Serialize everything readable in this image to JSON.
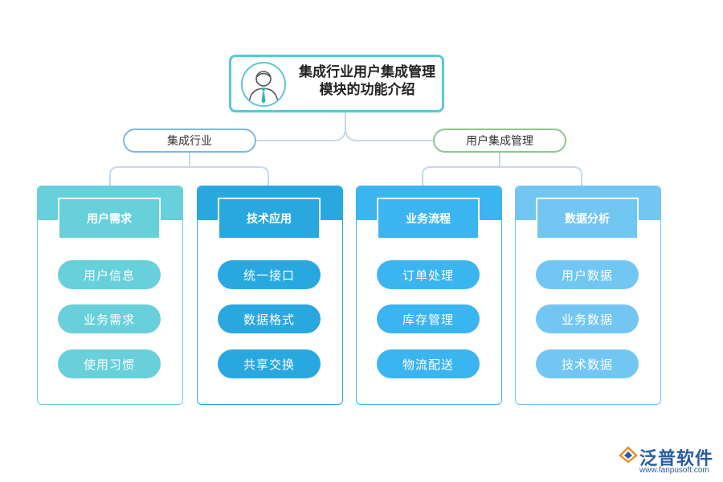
{
  "root": {
    "title": "集成行业用户集成管理模块的功能介绍"
  },
  "branches": [
    {
      "label": "集成行业"
    },
    {
      "label": "用户集成管理"
    }
  ],
  "cards": [
    {
      "title": "用户需求",
      "color": "#67d0da",
      "items": [
        "用户信息",
        "业务需求",
        "使用习惯"
      ]
    },
    {
      "title": "技术应用",
      "color": "#29a8e0",
      "items": [
        "统一接口",
        "数据格式",
        "共享交换"
      ]
    },
    {
      "title": "业务流程",
      "color": "#3bb5ef",
      "items": [
        "订单处理",
        "库存管理",
        "物流配送"
      ]
    },
    {
      "title": "数据分析",
      "color": "#72c7f2",
      "items": [
        "用户数据",
        "业务数据",
        "技术数据"
      ]
    }
  ],
  "logo": {
    "name": "泛普软件",
    "url": "www.fanpusoft.com"
  },
  "colors": {
    "accent": "#5bc8d3",
    "left_branch": "#7fb5e6",
    "right_branch": "#8bc78a",
    "connector": "#c9d8ea"
  },
  "icons": [
    "user-avatar-icon",
    "fanpu-logo-icon"
  ]
}
